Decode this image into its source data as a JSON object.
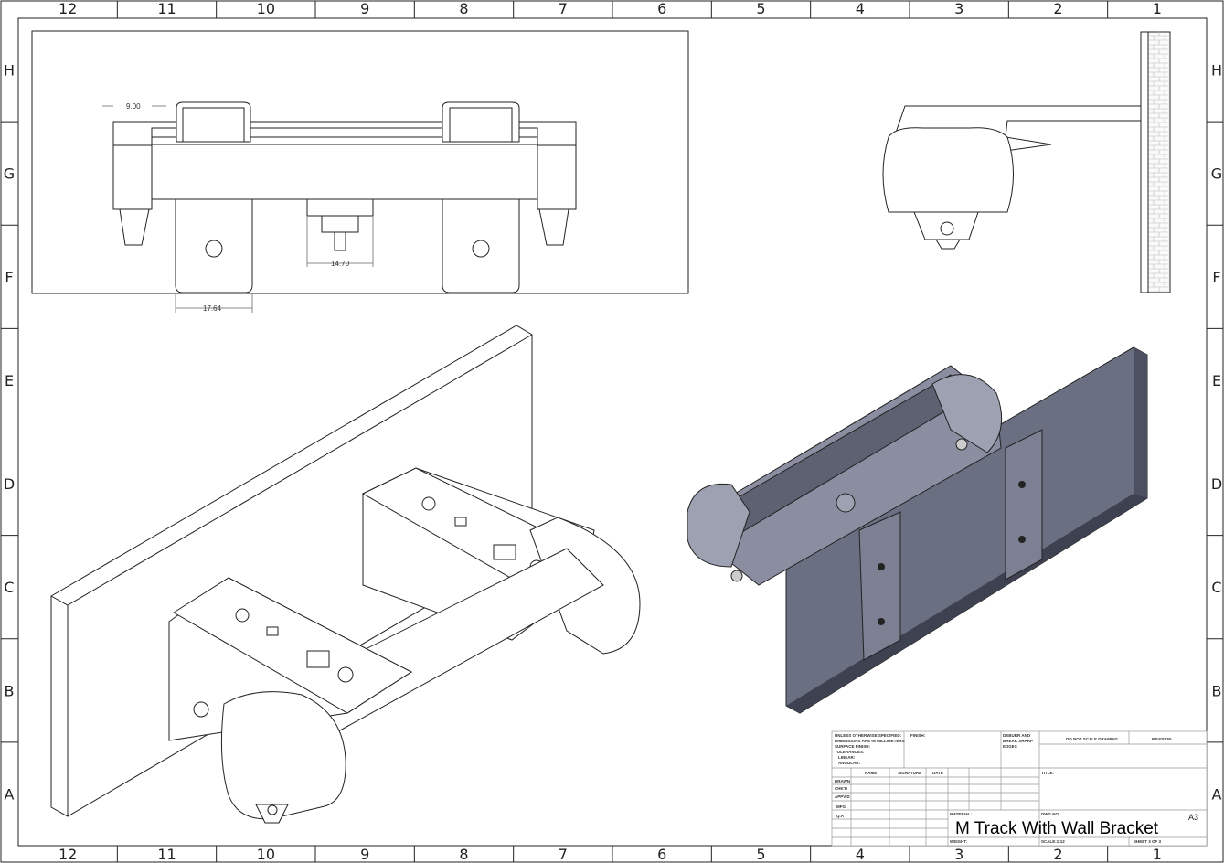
{
  "ruler": {
    "columns": [
      "12",
      "11",
      "10",
      "9",
      "8",
      "7",
      "6",
      "5",
      "4",
      "3",
      "2",
      "1"
    ],
    "rows": [
      "H",
      "G",
      "F",
      "E",
      "D",
      "C",
      "B",
      "A"
    ]
  },
  "front_view": {
    "dimensions": {
      "flange_offset": "9.00",
      "center_tab": "14.70",
      "bracket_width": "17.64"
    }
  },
  "title_block": {
    "notes": [
      "UNLESS OTHERWISE SPECIFIED:",
      "DIMENSIONS ARE IN MILLIMETERS",
      "SURFACE FINISH:",
      "TOLERANCES:",
      "LINEAR:",
      "ANGULAR:"
    ],
    "finish": "FINISH:",
    "deburr": [
      "DEBURR AND",
      "BREAK SHARP",
      "EDGES"
    ],
    "do_not_scale": "DO NOT SCALE DRAWING",
    "revision": "REVISION",
    "headers": [
      "NAME",
      "SIGNATURE",
      "DATE"
    ],
    "roles": [
      "DRAWN",
      "CHK'D",
      "APPV'D",
      "MFG",
      "Q.A"
    ],
    "title_label": "TITLE:",
    "material": "MATERIAL:",
    "dwg_no": "DWG NO.",
    "weight": "WEIGHT:",
    "scale": "SCALE:1:12",
    "sheet": "SHEET 3 OF 3",
    "size": "A3",
    "title": "M Track With Wall Bracket"
  }
}
